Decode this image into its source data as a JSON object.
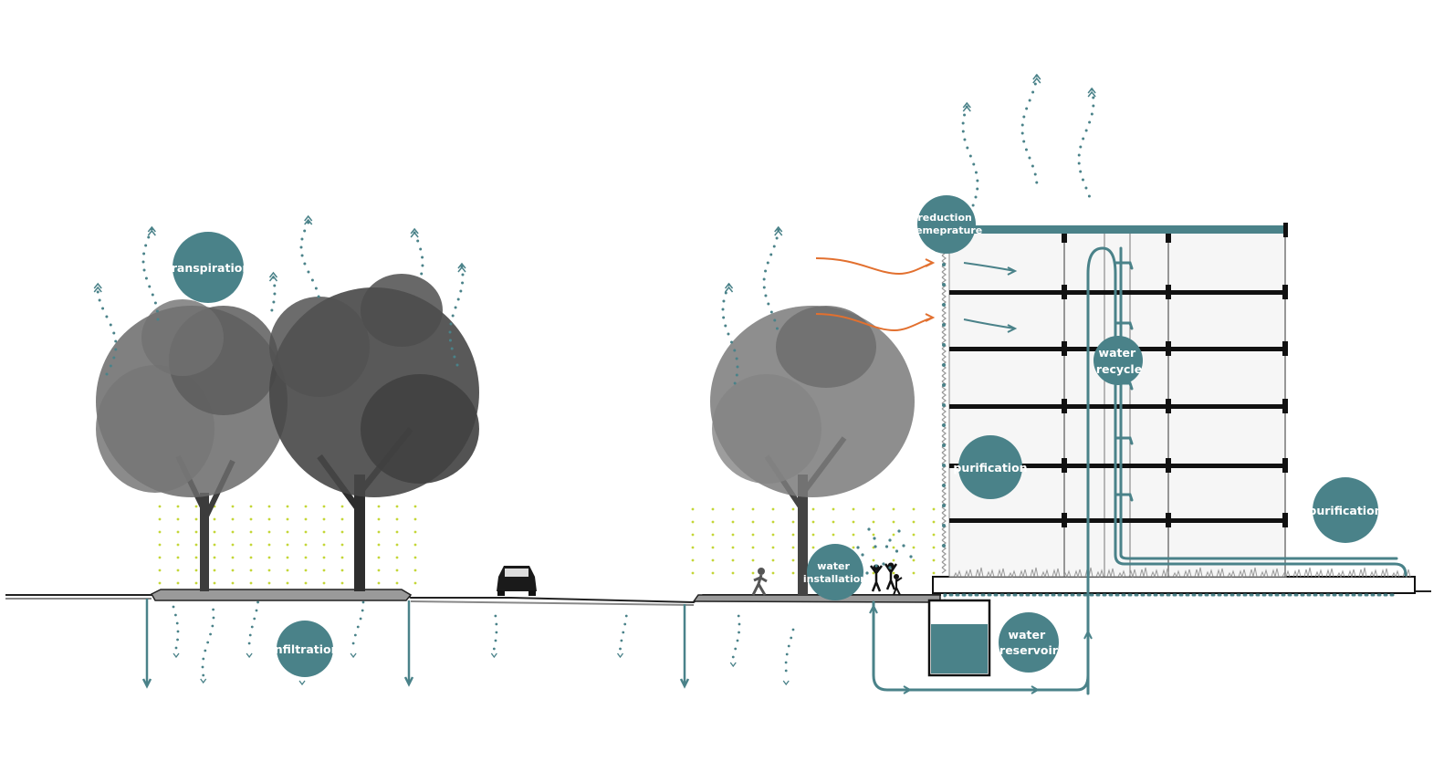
{
  "colors": {
    "teal": "#4a8289",
    "orange": "#e2702f",
    "foliage_dots": "#c4d637",
    "structure": "#111111",
    "tree": "#5b5b5b",
    "tree_dark": "#3a3a3a",
    "soil": "#777777"
  },
  "labels": {
    "transpiration": [
      "transpiration"
    ],
    "infiltration": [
      "infiltration"
    ],
    "water_installation": [
      "water",
      "installation"
    ],
    "reduction_temperature": [
      "reduction",
      "temeprature"
    ],
    "water_recycle": [
      "water",
      "recycle"
    ],
    "purification_facade": [
      "purification"
    ],
    "purification_roof": [
      "purification"
    ],
    "water_reservoir": [
      "water",
      "reservoir"
    ]
  },
  "icons": {
    "car": "car-icon",
    "runner": "runner-icon",
    "children": "children-playing-icon",
    "trees": "tree-icon",
    "vapour": "vapour-arrow-icon",
    "heat": "heat-flow-arrow-icon"
  }
}
